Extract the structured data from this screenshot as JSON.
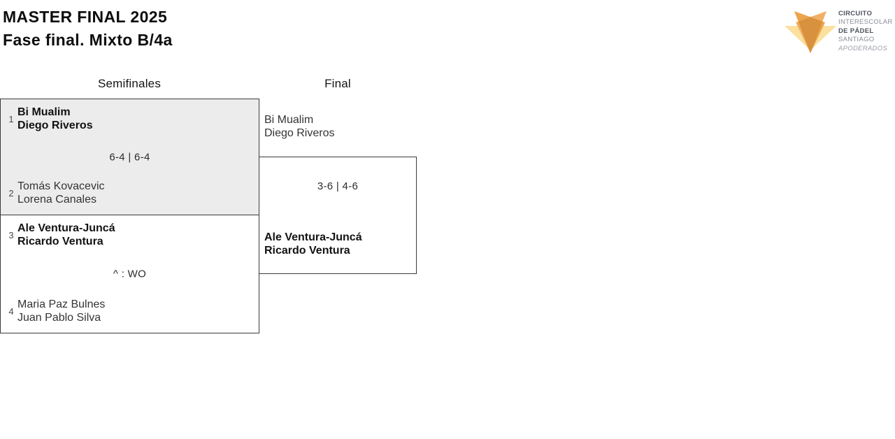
{
  "header": {
    "title": "MASTER FINAL 2025",
    "subtitle": "Fase final. Mixto B/4a"
  },
  "logo": {
    "lines": [
      "CIRCUITO",
      "INTERESCOLAR",
      "DE PÁDEL",
      "SANTIAGO",
      "APODERADOS"
    ],
    "colors": {
      "ear_left": "#EDA44C",
      "ear_right": "#F0B065",
      "wings": "#FBE09F",
      "face": "#D8913C",
      "text_dark": "#4d525c",
      "text_light": "#878d96"
    }
  },
  "bracket": {
    "headers": [
      {
        "label": "Semifinales"
      },
      {
        "label": "Final"
      }
    ],
    "matches": [
      {
        "round": "Semifinales",
        "highlighted": true,
        "teams": [
          {
            "seed": "1",
            "players": [
              "Bi Mualim",
              "Diego Riveros"
            ],
            "winner": true
          },
          {
            "seed": "2",
            "players": [
              "Tomás Kovacevic",
              "Lorena Canales"
            ],
            "winner": false
          }
        ],
        "score": "6-4 | 6-4"
      },
      {
        "round": "Semifinales",
        "highlighted": false,
        "teams": [
          {
            "seed": "3",
            "players": [
              "Ale Ventura-Juncá",
              "Ricardo Ventura"
            ],
            "winner": true
          },
          {
            "seed": "4",
            "players": [
              "Maria Paz Bulnes",
              "Juan Pablo Silva"
            ],
            "winner": false
          }
        ],
        "score": "^ : WO"
      },
      {
        "round": "Final",
        "highlighted": false,
        "teams": [
          {
            "players": [
              "Bi Mualim",
              "Diego Riveros"
            ],
            "winner": false
          },
          {
            "players": [
              "Ale Ventura-Juncá",
              "Ricardo Ventura"
            ],
            "winner": true
          }
        ],
        "score": "3-6 | 4-6"
      }
    ]
  },
  "colors": {
    "highlight_box_bg": "#ECECEC",
    "box_border": "#3A3A3A",
    "background": "#FFFFFF"
  }
}
